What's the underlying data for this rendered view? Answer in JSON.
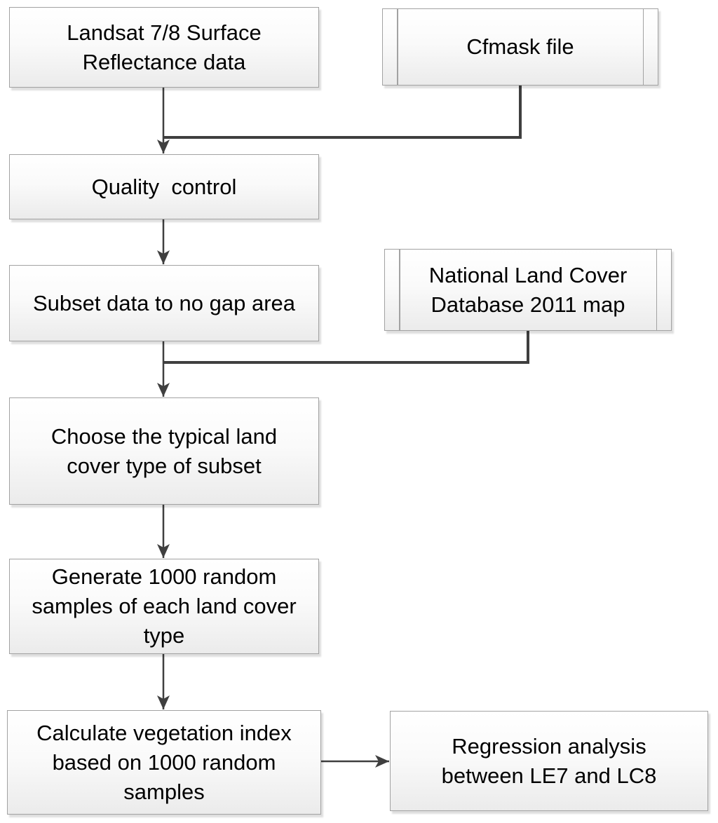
{
  "diagram": {
    "type": "flowchart",
    "nodes": [
      {
        "id": "landsat",
        "label": "Landsat 7/8 Surface\nReflectance data",
        "shape": "process"
      },
      {
        "id": "cfmask",
        "label": "Cfmask file",
        "shape": "predefined-process"
      },
      {
        "id": "quality",
        "label": "Quality  control",
        "shape": "process"
      },
      {
        "id": "subset",
        "label": "Subset data to no gap area",
        "shape": "process"
      },
      {
        "id": "nlcd",
        "label": "National Land Cover\nDatabase 2011 map",
        "shape": "predefined-process"
      },
      {
        "id": "choose",
        "label": "Choose the typical land\ncover type of subset",
        "shape": "process"
      },
      {
        "id": "generate",
        "label": "Generate 1000 random\nsamples of each land cover\ntype",
        "shape": "process"
      },
      {
        "id": "calculate",
        "label": "Calculate vegetation index\nbased on 1000 random\nsamples",
        "shape": "process"
      },
      {
        "id": "regression",
        "label": "Regression analysis\nbetween LE7 and LC8",
        "shape": "process"
      }
    ],
    "edges": [
      {
        "from": "landsat",
        "to": "quality",
        "arrow": true
      },
      {
        "from": "cfmask",
        "to": "quality",
        "arrow": false
      },
      {
        "from": "quality",
        "to": "subset",
        "arrow": true
      },
      {
        "from": "subset",
        "to": "choose",
        "arrow": true
      },
      {
        "from": "nlcd",
        "to": "choose",
        "arrow": false
      },
      {
        "from": "choose",
        "to": "generate",
        "arrow": true
      },
      {
        "from": "generate",
        "to": "calculate",
        "arrow": true
      },
      {
        "from": "calculate",
        "to": "regression",
        "arrow": true
      }
    ],
    "colors": {
      "line": "#3f3f3f",
      "box_border": "#a2a2a2",
      "box_fill_top": "#ffffff",
      "box_fill_bottom": "#ebebeb",
      "text": "#000000",
      "background": "#ffffff"
    }
  }
}
